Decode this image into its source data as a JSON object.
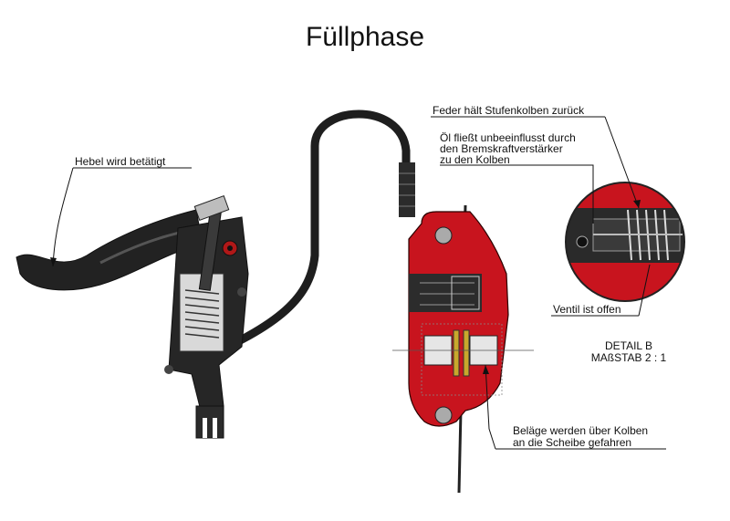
{
  "title": "Füllphase",
  "labels": {
    "lever": "Hebel wird betätigt",
    "spring": "Feder hält Stufenkolben zurück",
    "oil_line1": "Öl fließt unbeeinflusst durch",
    "oil_line2": "den Bremskraftverstärker",
    "oil_line3": "zu den Kolben",
    "valve": "Ventil ist offen",
    "detail": "DETAIL B",
    "scale": "MAßSTAB 2 : 1",
    "pads_line1": "Beläge werden über Kolben",
    "pads_line2": "an die Scheibe gefahren"
  },
  "colors": {
    "caliper_red": "#c8141e",
    "dark": "#1a1a1a",
    "body": "#2b2b2b"
  }
}
